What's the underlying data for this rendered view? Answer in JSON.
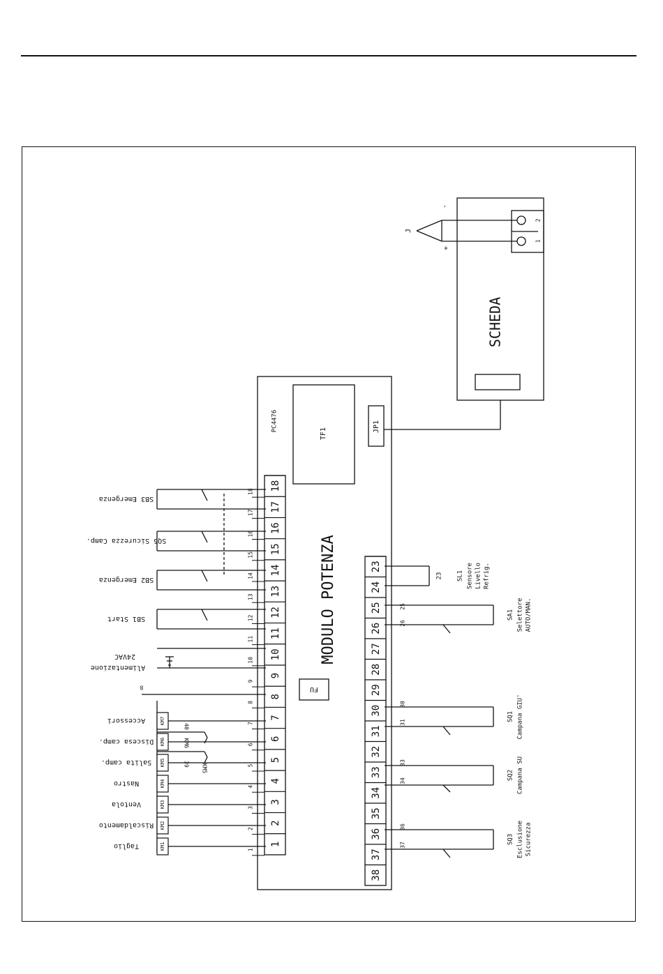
{
  "module": {
    "title": "MODULO POTENZA",
    "code": "PC4476",
    "transformer": "TF1",
    "jumper": "JP1",
    "fuse": "FU"
  },
  "board": {
    "title": "SCHEDA",
    "thermocouple": "J",
    "plus": "+",
    "minus": "-",
    "pin1": "1",
    "pin2": "2"
  },
  "terminals_top": [
    "1",
    "2",
    "3",
    "4",
    "5",
    "6",
    "7",
    "8",
    "9",
    "10",
    "11",
    "12",
    "13",
    "14",
    "15",
    "16",
    "17",
    "18"
  ],
  "terminals_bottom": [
    "23",
    "24",
    "25",
    "26",
    "27",
    "28",
    "29",
    "30",
    "31",
    "32",
    "33",
    "34",
    "35",
    "36",
    "37",
    "38"
  ],
  "wire_numbers_top": [
    "1",
    "2",
    "3",
    "4",
    "5",
    "6",
    "7",
    "8",
    "9",
    "10",
    "11",
    "12",
    "13",
    "14",
    "15",
    "16",
    "17",
    "18"
  ],
  "wire_numbers_bottom": [
    {
      "n": "25"
    },
    {
      "n": "26"
    },
    {
      "n": "30"
    },
    {
      "n": "31"
    },
    {
      "n": "33"
    },
    {
      "n": "34"
    },
    {
      "n": "36"
    },
    {
      "n": "37"
    }
  ],
  "relays": [
    {
      "tag": "KM1",
      "label": "Taglio"
    },
    {
      "tag": "KM2",
      "label": "Riscaldamento"
    },
    {
      "tag": "KM3",
      "label": "Ventola"
    },
    {
      "tag": "KM4",
      "label": "Nastro"
    },
    {
      "tag": "KM5",
      "label": "Salita camp."
    },
    {
      "tag": "KM6",
      "label": "Discesa camp."
    },
    {
      "tag": "KM7",
      "label": "Accessori"
    }
  ],
  "interlocks": {
    "km6": "KM6",
    "km5": "KM5",
    "w39": "39",
    "w40": "40",
    "w8": "8"
  },
  "supply": {
    "label": "Alimentazione",
    "voltage": "24VAC"
  },
  "switches_top": [
    {
      "tag": "SB1",
      "label": "Start"
    },
    {
      "tag": "SB2",
      "label": "Emergenza"
    },
    {
      "tag": "SQ5",
      "label": "Sicurezza Camp."
    },
    {
      "tag": "SB3",
      "label": "Emergenza"
    }
  ],
  "sensor": {
    "tag": "SL1",
    "l1": "Sensore",
    "l2": "Livello",
    "l3": "Refrig.",
    "wire": "23"
  },
  "selector": {
    "tag": "SA1",
    "l1": "Selettore",
    "l2": "AUTO/MAN."
  },
  "limit_switches": [
    {
      "tag": "SQ1",
      "l1": "Campana GIU'",
      "l2": ""
    },
    {
      "tag": "SQ2",
      "l1": "Campana SU",
      "l2": ""
    },
    {
      "tag": "SQ3",
      "l1": "Esclusione",
      "l2": "Sicurezza"
    }
  ]
}
